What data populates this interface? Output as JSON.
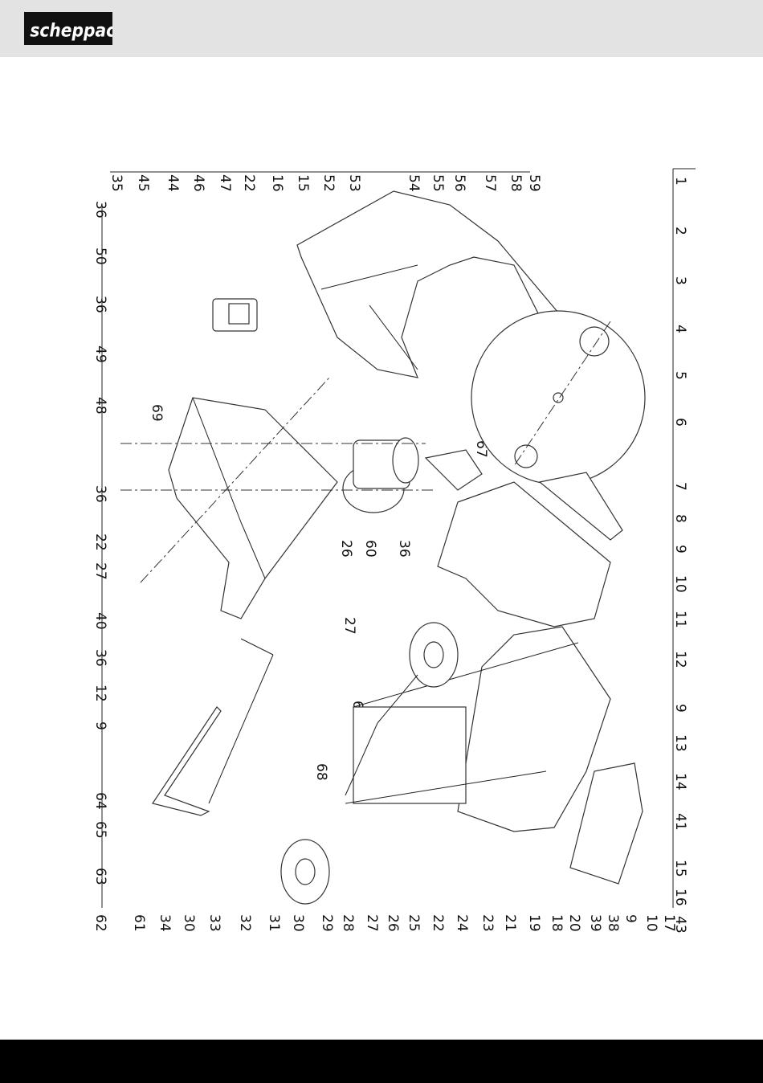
{
  "brand": {
    "logo_text": "scheppach"
  },
  "labels": {
    "top": [
      "35",
      "45",
      "44",
      "46",
      "47",
      "22",
      "16",
      "15",
      "52",
      "53",
      "54",
      "55",
      "56",
      "57",
      "58",
      "59"
    ],
    "top_right": [
      "1",
      "2",
      "3",
      "4",
      "5",
      "6",
      "7",
      "8",
      "9",
      "10",
      "11",
      "12",
      "9",
      "13",
      "14",
      "41",
      "15",
      "16",
      "43"
    ],
    "left": [
      "36",
      "50",
      "36",
      "49",
      "48",
      "36",
      "22",
      "27",
      "40",
      "36",
      "12",
      "9",
      "64",
      "65",
      "63"
    ],
    "bottom": [
      "62",
      "61",
      "34",
      "30",
      "33",
      "32",
      "31",
      "30",
      "29",
      "28",
      "27",
      "26",
      "25",
      "22",
      "24",
      "23",
      "21",
      "19",
      "18",
      "20",
      "39",
      "38",
      "9",
      "10",
      "17"
    ],
    "inner": [
      "69",
      "66",
      "67",
      "26",
      "60",
      "36",
      "27",
      "69",
      "68"
    ]
  }
}
